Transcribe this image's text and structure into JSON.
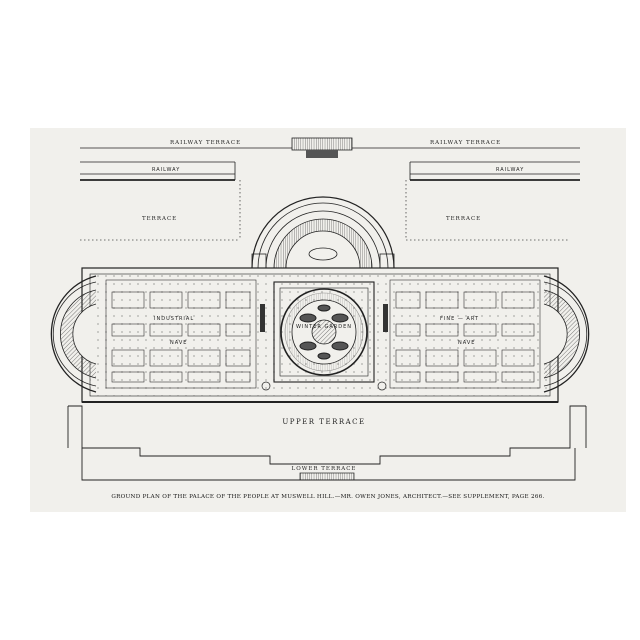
{
  "labels": {
    "railway_terrace_left": "RAILWAY TERRACE",
    "railway_terrace_right": "RAILWAY TERRACE",
    "railway_left": "RAILWAY",
    "railway_right": "RAILWAY",
    "terrace_left": "TERRACE",
    "terrace_right": "TERRACE",
    "industrial": "INDUSTRIAL",
    "nave_left": "NAVE",
    "fine_art": "FINE — ART",
    "nave_right": "NAVE",
    "winter_garden": "WINTER GARDEN",
    "upper_terrace": "UPPER TERRACE",
    "lower_terrace": "LOWER TERRACE"
  },
  "caption": "GROUND PLAN OF THE PALACE OF THE PEOPLE AT MUSWELL HILL.—MR. OWEN JONES, ARCHITECT.—SEE SUPPLEMENT, PAGE 266.",
  "colors": {
    "ink": "#222222",
    "paper": "#f1f0ec"
  }
}
